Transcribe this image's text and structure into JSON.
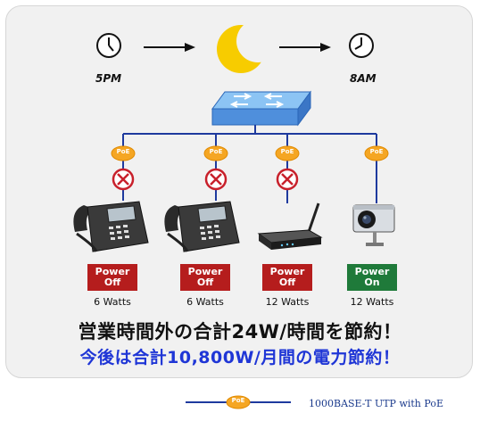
{
  "times": {
    "start": "5PM",
    "end": "8AM"
  },
  "poe_badge": "PoE",
  "devices": [
    {
      "type": "ip-phone",
      "state": "off",
      "status_top": "Power",
      "status_bottom": "Off",
      "watts": "6 Watts"
    },
    {
      "type": "ip-phone",
      "state": "off",
      "status_top": "Power",
      "status_bottom": "Off",
      "watts": "6 Watts"
    },
    {
      "type": "wireless-router",
      "state": "off",
      "status_top": "Power",
      "status_bottom": "Off",
      "watts": "12 Watts"
    },
    {
      "type": "ip-camera",
      "state": "on",
      "status_top": "Power",
      "status_bottom": "On",
      "watts": "12 Watts"
    }
  ],
  "message_line1": "営業時間外の合計24W/時間を節約！",
  "message_line2": "今後は合計10,800W/月間の電力節約！",
  "legend": {
    "label": "1000BASE-T UTP with PoE"
  },
  "colors": {
    "line": "#1e3a9e",
    "poe": "#f5a623",
    "power_off": "#b51d1d",
    "power_on": "#1f7a3a",
    "moon": "#f7cc00",
    "switch": "#5a9ee8"
  }
}
